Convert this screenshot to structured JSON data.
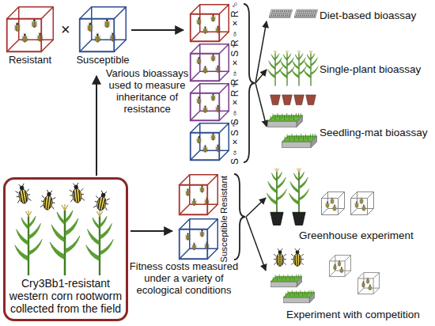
{
  "diagram": {
    "nodes": [
      {
        "text": [
          "Resistant"
        ]
      },
      {
        "text": [
          "Susceptible"
        ]
      },
      {
        "text": [
          "R♀×R♂"
        ]
      },
      {
        "text": [
          "R♀×S♂"
        ]
      },
      {
        "text": [
          "S♀×R♂"
        ]
      },
      {
        "text": [
          "S♀×S♂"
        ]
      },
      {
        "text": [
          "Cry3Bb1-resistant western corn rootworm collected from the field"
        ]
      },
      {
        "text": [
          "Resistant"
        ]
      },
      {
        "text": [
          "Susceptible"
        ]
      }
    ],
    "labels": [
      "×",
      "Various bioassays used to measure inheritance of resistance",
      "Diet-based bioassay",
      "Single-plant bioassay",
      "Seedling-mat bioassay",
      "Fitness costs measured under a variety of ecological conditions",
      "Greenhouse experiment",
      "Experiment with competition"
    ]
  }
}
